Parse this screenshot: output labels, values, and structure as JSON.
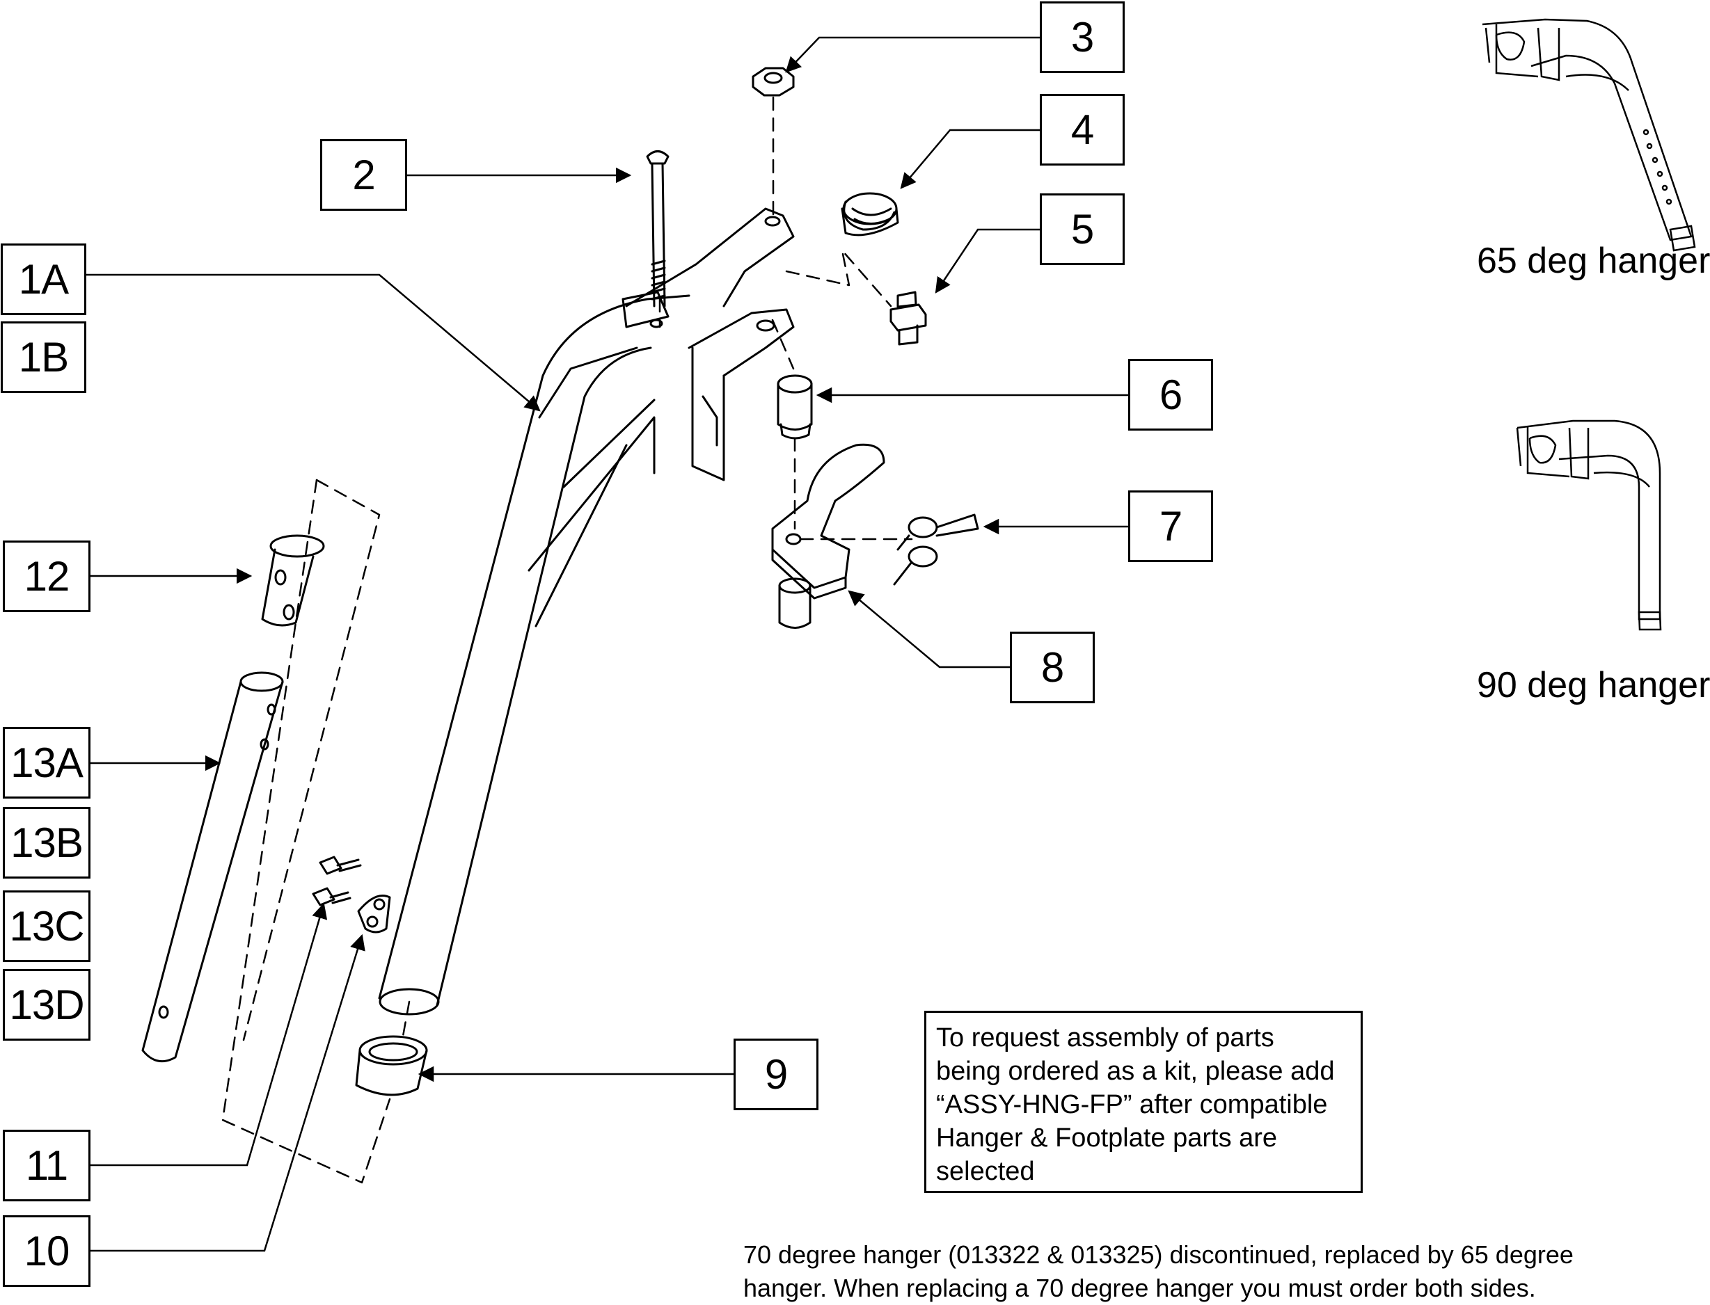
{
  "callouts": {
    "c1a": "1A",
    "c1b": "1B",
    "c2": "2",
    "c3": "3",
    "c4": "4",
    "c5": "5",
    "c6": "6",
    "c7": "7",
    "c8": "8",
    "c9": "9",
    "c10": "10",
    "c11": "11",
    "c12": "12",
    "c13a": "13A",
    "c13b": "13B",
    "c13c": "13C",
    "c13d": "13D"
  },
  "hangers": {
    "h65": "65 deg hanger",
    "h90": "90 deg hanger"
  },
  "note": {
    "line1": "To request assembly of parts",
    "line2": "being ordered as a kit, please add",
    "line3": "“ASSY-HNG-FP” after compatible",
    "line4": "Hanger & Footplate parts are",
    "line5": "selected"
  },
  "footer": {
    "line1": "70 degree hanger (013322 & 013325) discontinued, replaced by 65 degree",
    "line2": "hanger.  When replacing a 70 degree hanger you must order both sides."
  }
}
